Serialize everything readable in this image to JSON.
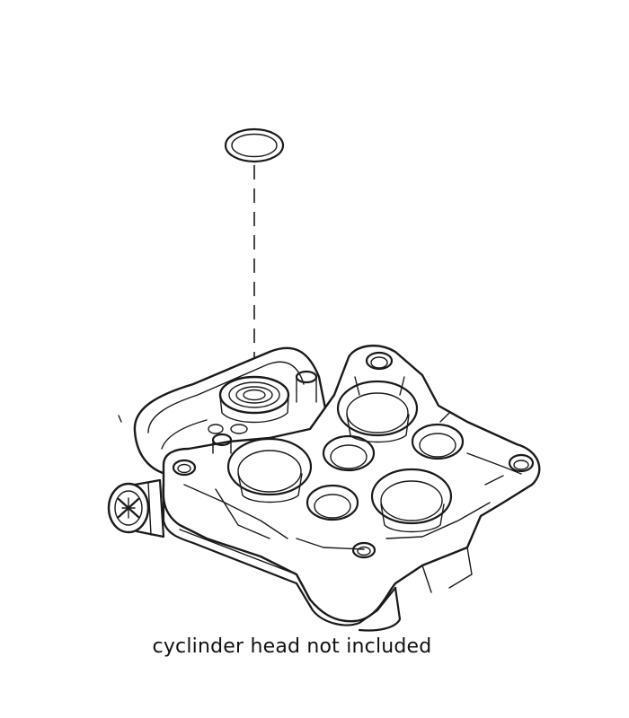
{
  "caption": "cyclinder head not included",
  "colors": {
    "line": "#1a1a1a",
    "background": "#ffffff"
  },
  "parts": {
    "o_ring": "o-ring",
    "manifold": "pump-manifold",
    "plug": "drain-plug"
  }
}
